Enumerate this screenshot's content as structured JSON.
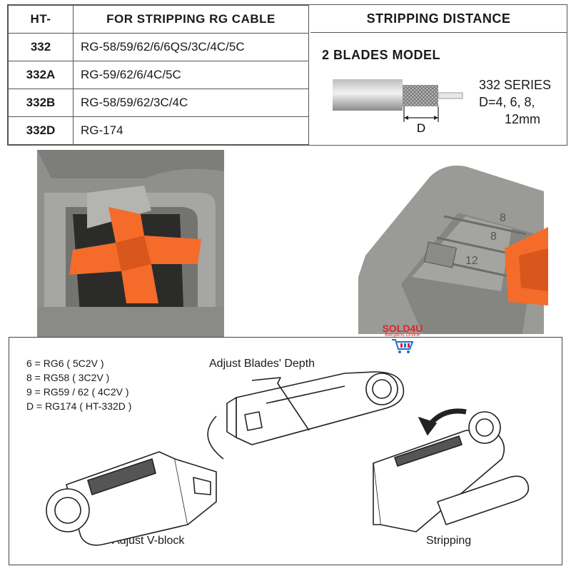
{
  "spec_table": {
    "headers": [
      "HT-",
      "FOR STRIPPING RG CABLE"
    ],
    "rows": [
      {
        "code": "332",
        "cables": "RG-58/59/62/6/6QS/3C/4C/5C"
      },
      {
        "code": "332A",
        "cables": "RG-59/62/6/4C/5C"
      },
      {
        "code": "332B",
        "cables": "RG-58/59/62/3C/4C"
      },
      {
        "code": "332D",
        "cables": "RG-174"
      }
    ]
  },
  "stripping": {
    "header": "STRIPPING DISTANCE",
    "model": "2 BLADES MODEL",
    "series": "332 SERIES",
    "distances_line1": "D=4, 6, 8,",
    "distances_line2": "12mm",
    "dimension_label": "D"
  },
  "photo_right": {
    "scale_marks": [
      "8",
      "8",
      "12"
    ]
  },
  "watermark": {
    "brand": "SOLD4U",
    "tagline": "Bargains Online"
  },
  "instructions": {
    "legend": [
      "6 = RG6 ( 5C2V )",
      "8 = RG58 ( 3C2V )",
      "9 = RG59 / 62 ( 4C2V )",
      "D = RG174 ( HT-332D )"
    ],
    "adjust_depth": "Adjust Blades' Depth",
    "adjust_vblock": "Adjust V-block",
    "stripping": "Stripping"
  },
  "colors": {
    "tool_gray": "#8f8f8b",
    "insert_orange": "#f46b2a",
    "border": "#555555",
    "watermark_red": "#e0242a"
  }
}
